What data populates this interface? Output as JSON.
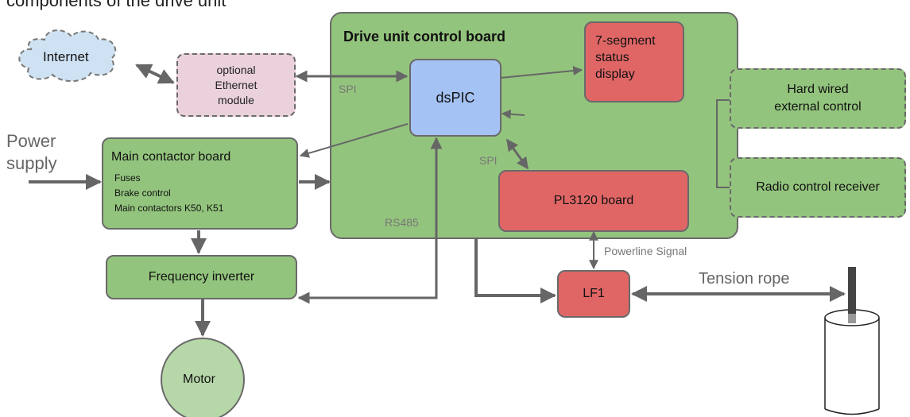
{
  "header": {
    "cut_text": "components of the drive unit"
  },
  "nodes": {
    "internet": "Internet",
    "ethernet": "optional\nEthernet\nmodule",
    "drive_board": "Drive unit control board",
    "dspic": "dsPIC",
    "seven_segment": "7-segment\nstatus\ndisplay",
    "hard_wired": "Hard wired\nexternal control",
    "radio": "Radio control receiver",
    "main_contactor_title": "Main contactor board",
    "main_contactor_items": [
      "Fuses",
      "Brake control",
      "Main contactors K50, K51"
    ],
    "pl3120": "PL3120 board",
    "freq_inverter": "Frequency inverter",
    "motor": "Motor",
    "lf1": "LF1"
  },
  "labels": {
    "power_supply": "Power\nsupply",
    "spi_top": "SPI",
    "spi_mid": "SPI",
    "rs485": "RS485",
    "powerline": "Powerline Signal",
    "tension_rope": "Tension rope"
  },
  "colors": {
    "green": "#93c47d",
    "red": "#e06666",
    "blue": "#a4c2f4",
    "pink": "#ead1dc",
    "cloud": "#cfe2f3",
    "arrow": "#666666"
  }
}
